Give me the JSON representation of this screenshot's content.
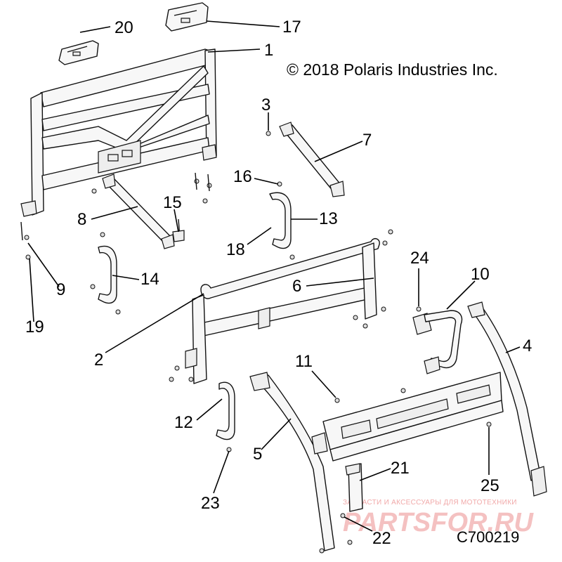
{
  "copyright": "© 2018 Polaris Industries Inc.",
  "diagram_code": "C700219",
  "watermark": {
    "tagline": "ЗАПЧАСТИ И АКСЕССУАРЫ ДЛЯ МОТОТЕХНИКИ",
    "brand": "PARTSFOR.RU",
    "color": "#f1a9a9"
  },
  "callouts": [
    "20",
    "17",
    "1",
    "3",
    "7",
    "16",
    "15",
    "13",
    "8",
    "18",
    "9",
    "14",
    "19",
    "6",
    "24",
    "10",
    "2",
    "4",
    "11",
    "12",
    "5",
    "21",
    "23",
    "25",
    "22"
  ]
}
